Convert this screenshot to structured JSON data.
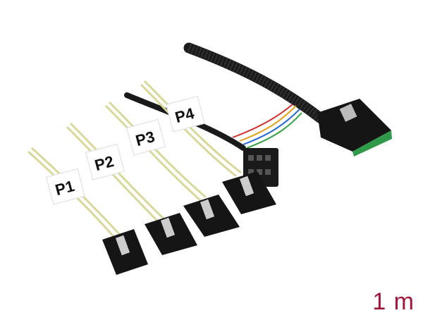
{
  "product": {
    "port_labels": [
      "P1",
      "P2",
      "P3",
      "P4"
    ],
    "length_label": "1 m"
  },
  "colors": {
    "length_text": "#a3163a",
    "cable_black": "#1a1a1a",
    "wire_yellow": "#d9d79a",
    "pcb_green": "#2e9a4a",
    "tag_white": "#ffffff"
  }
}
